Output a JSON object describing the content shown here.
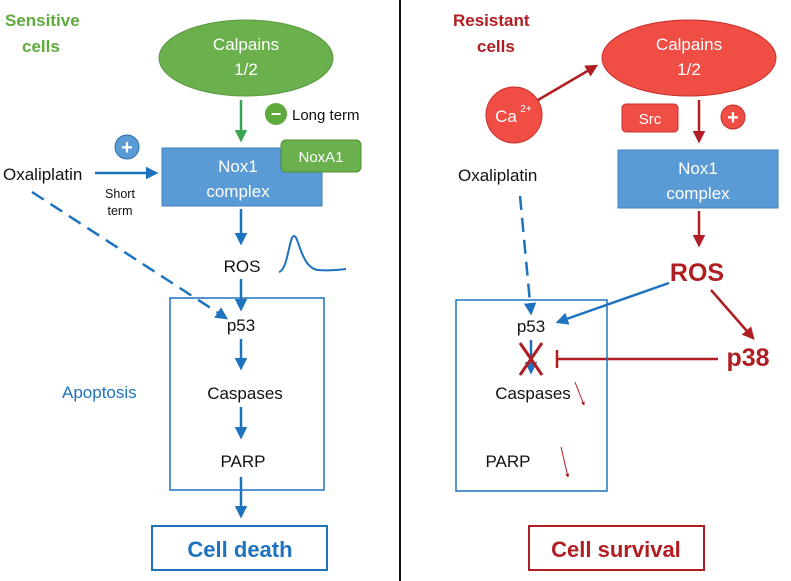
{
  "colors": {
    "green": "#5faa3c",
    "green_fill": "#6ab04c",
    "blue": "#1e73be",
    "blue_box": "#5b9bd5",
    "red": "#b01e23",
    "red_fill": "#f04d45",
    "black": "#111111"
  },
  "left_panel": {
    "title_line1": "Sensitive",
    "title_line2": "cells",
    "calpains_line1": "Calpains",
    "calpains_line2": "1/2",
    "minus_sign": "−",
    "long_term": "Long term",
    "plus_sign": "+",
    "oxaliplatin": "Oxaliplatin",
    "short_term_line1": "Short",
    "short_term_line2": "term",
    "nox1_line1": "Nox1",
    "nox1_line2": "complex",
    "noxa1": "NoxA1",
    "ros": "ROS",
    "p53": "p53",
    "apoptosis": "Apoptosis",
    "caspases": "Caspases",
    "parp": "PARP",
    "outcome": "Cell death"
  },
  "right_panel": {
    "title_line1": "Resistant",
    "title_line2": "cells",
    "ca": "Ca",
    "ca_sup": "2+",
    "calpains_line1": "Calpains",
    "calpains_line2": "1/2",
    "src": "Src",
    "plus_sign": "+",
    "oxaliplatin": "Oxaliplatin",
    "nox1_line1": "Nox1",
    "nox1_line2": "complex",
    "ros": "ROS",
    "p53": "p53",
    "p38": "p38",
    "caspases": "Caspases",
    "parp": "PARP",
    "outcome": "Cell survival"
  }
}
